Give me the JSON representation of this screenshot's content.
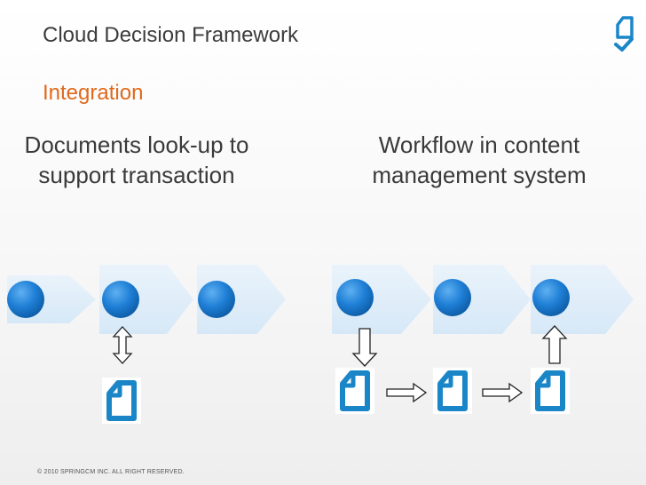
{
  "slide": {
    "title": "Cloud Decision Framework",
    "subtitle": "Integration",
    "footer": "© 2010 SPRINGCM INC. ALL RIGHT RESERVED."
  },
  "left_panel": {
    "heading_line1": "Documents look-up to",
    "heading_line2": "support transaction"
  },
  "right_panel": {
    "heading_line1": "Workflow in content",
    "heading_line2": "management system"
  },
  "colors": {
    "accent": "#e0691c",
    "node_blue": "#1f7fd6",
    "arrow_band": "#dcebf8",
    "doc_blue": "#1a86c8"
  },
  "icons": [
    "document-check-logo-icon",
    "document-icon",
    "double-arrow-icon",
    "down-arrow-icon",
    "up-arrow-icon",
    "right-arrow-icon"
  ]
}
